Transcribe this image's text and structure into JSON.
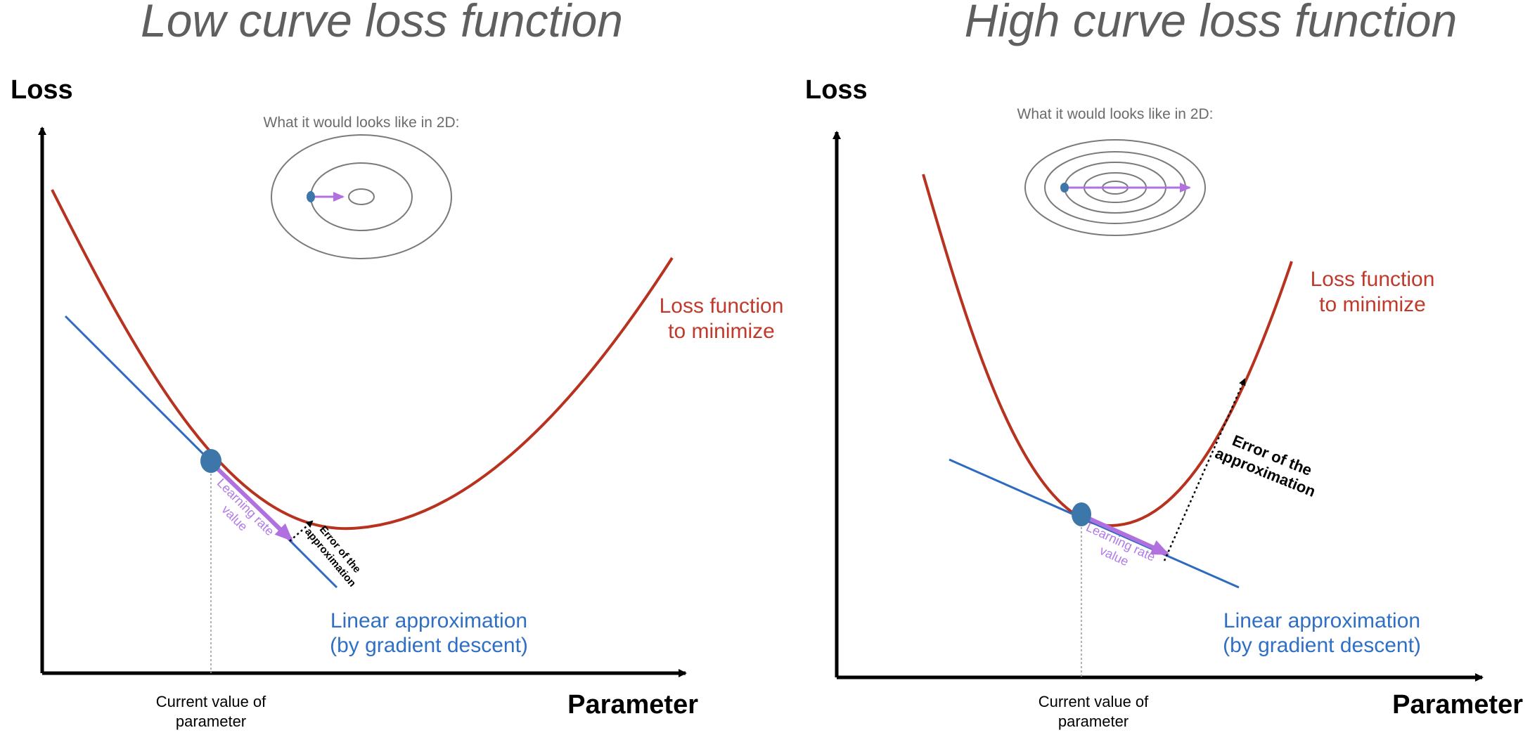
{
  "colors": {
    "loss_curve": "#b83220",
    "linear_approx": "#2e6bc0",
    "point": "#3d76a8",
    "step_arrow": "#b070e0",
    "axis": "#000000",
    "title": "#5f5f5f",
    "contour": "#7a7a7a"
  },
  "left": {
    "title": "Low curve loss function",
    "y_label": "Loss",
    "x_label": "Parameter",
    "inset_label": "What it would looks like in 2D:",
    "loss_label_1": "Loss function",
    "loss_label_2": "to minimize",
    "linear_label_1": "Linear approximation",
    "linear_label_2": "(by gradient descent)",
    "lr_label_1": "Learning rate",
    "lr_label_2": "value",
    "error_label_1": "Error of the",
    "error_label_2": "approximation",
    "current_label_1": "Current value of",
    "current_label_2": "parameter"
  },
  "right": {
    "title": "High curve loss function",
    "y_label": "Loss",
    "x_label": "Parameter",
    "inset_label": "What it would looks like in 2D:",
    "loss_label_1": "Loss function",
    "loss_label_2": "to minimize",
    "linear_label_1": "Linear approximation",
    "linear_label_2": "(by gradient descent)",
    "lr_label_1": "Learning rate",
    "lr_label_2": "value",
    "error_label_1": "Error of the",
    "error_label_2": "approximation",
    "current_label_1": "Current value of",
    "current_label_2": "parameter"
  }
}
